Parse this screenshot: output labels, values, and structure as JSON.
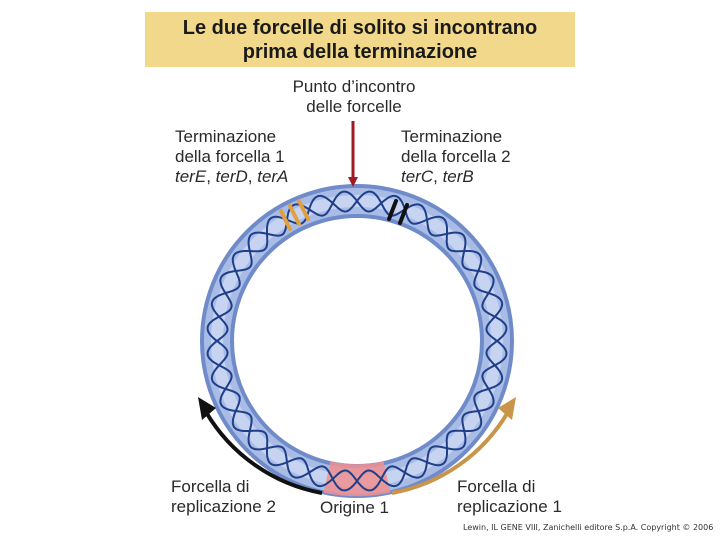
{
  "title": {
    "line1": "Le due forcelle di solito si incontrano",
    "line2": "prima della terminazione"
  },
  "meeting_point": {
    "line1": "Punto d’incontro",
    "line2": "delle forcelle"
  },
  "termination_fork1": {
    "line1": "Terminazione",
    "line2": "della forcella 1",
    "sites": [
      "terE",
      "terD",
      "terA"
    ]
  },
  "termination_fork2": {
    "line1": "Terminazione",
    "line2": "della forcella 2",
    "sites": [
      "terC",
      "terB"
    ]
  },
  "fork2": {
    "line1": "Forcella di",
    "line2": "replicazione 2"
  },
  "origin": {
    "label": "Origine 1"
  },
  "fork1": {
    "line1": "Forcella di",
    "line2": "replicazione 1"
  },
  "caption": "Lewin, IL GENE VIII, Zanichelli editore S.p.A. Copyright © 2006",
  "colors": {
    "title_bg": "#f1d88a",
    "ring": "#8fa9dc",
    "dna_helix": "#1f3f8a",
    "meeting_arrow": "#a01a24",
    "fork1_arrow": "#c8954a",
    "fork2_arrow": "#111111",
    "ter_fork1": "#e0a040",
    "ter_fork2": "#111111",
    "origin": "#f07a7a"
  }
}
